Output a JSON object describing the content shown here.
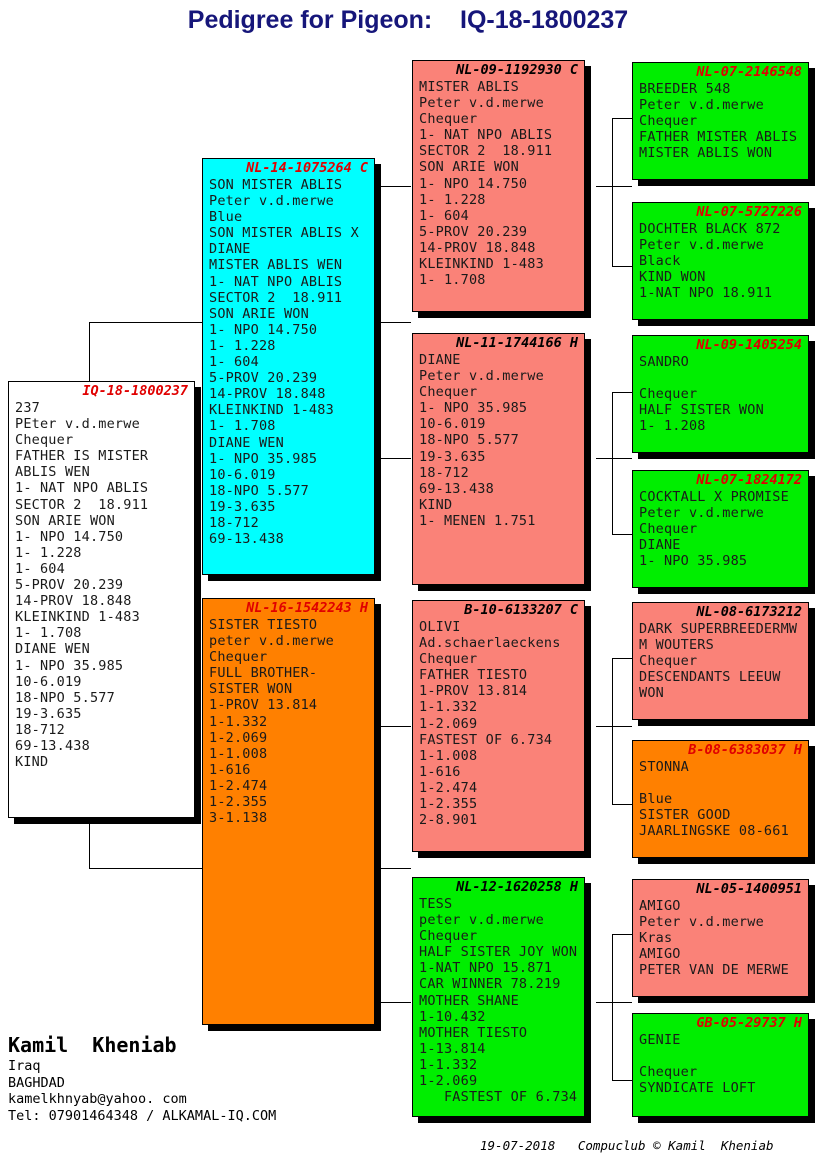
{
  "page": {
    "title": "Pedigree for Pigeon:    IQ-18-1800237",
    "title_color": "#16167a"
  },
  "colors": {
    "white": "#ffffff",
    "cyan": "#00ffff",
    "orange": "#ff8000",
    "pink": "#fa8278",
    "green": "#00ee00",
    "header_red": "#e00000",
    "header_black": "#000000"
  },
  "cards": {
    "subject": {
      "ring": "IQ-18-1800237",
      "sex": "",
      "header": "IQ-18-1800237",
      "lines": [
        "237",
        "PEter v.d.merwe",
        "Chequer",
        "FATHER IS MISTER",
        "ABLIS WEN",
        "1- NAT NPO ABLIS",
        "SECTOR 2  18.911",
        "SON ARIE WON",
        "1- NPO 14.750",
        "1- 1.228",
        "1- 604",
        "5-PROV 20.239",
        "14-PROV 18.848",
        "KLEINKIND 1-483",
        "1- 1.708",
        "DIANE WEN",
        "1- NPO 35.985",
        "10-6.019",
        "18-NPO 5.577",
        "19-3.635",
        "18-712",
        "69-13.438",
        "KIND"
      ]
    },
    "sire": {
      "header": "NL-14-1075264 C",
      "lines": [
        "SON MISTER ABLIS",
        "Peter v.d.merwe",
        "Blue",
        "SON MISTER ABLIS X",
        "DIANE",
        "MISTER ABLIS WEN",
        "1- NAT NPO ABLIS",
        "SECTOR 2  18.911",
        "SON ARIE WON",
        "1- NPO 14.750",
        "1- 1.228",
        "1- 604",
        "5-PROV 20.239",
        "14-PROV 18.848",
        "KLEINKIND 1-483",
        "1- 1.708",
        "DIANE WEN",
        "1- NPO 35.985",
        "10-6.019",
        "18-NPO 5.577",
        "19-3.635",
        "18-712",
        "69-13.438"
      ]
    },
    "dam": {
      "header": "NL-16-1542243 H",
      "lines": [
        "SISTER TIESTO",
        "peter v.d.merwe",
        "Chequer",
        "FULL BROTHER-",
        "SISTER WON",
        "1-PROV 13.814",
        "1-1.332",
        "1-2.069",
        "1-1.008",
        "1-616",
        "1-2.474",
        "1-2.355",
        "3-1.138"
      ]
    },
    "gp1": {
      "header": "NL-09-1192930 C",
      "lines": [
        "MISTER ABLIS",
        "Peter v.d.merwe",
        "Chequer",
        "1- NAT NPO ABLIS",
        "SECTOR 2  18.911",
        "SON ARIE WON",
        "1- NPO 14.750",
        "1- 1.228",
        "1- 604",
        "5-PROV 20.239",
        "14-PROV 18.848",
        "KLEINKIND 1-483",
        "1- 1.708"
      ]
    },
    "gp2": {
      "header": "NL-11-1744166 H",
      "lines": [
        "DIANE",
        "Peter v.d.merwe",
        "Chequer",
        "1- NPO 35.985",
        "10-6.019",
        "18-NPO 5.577",
        "19-3.635",
        "18-712",
        "69-13.438",
        "KIND",
        "1- MENEN 1.751"
      ]
    },
    "gp3": {
      "header": "B-10-6133207 C",
      "lines": [
        "OLIVI",
        "Ad.schaerlaeckens",
        "Chequer",
        "FATHER TIESTO",
        "1-PROV 13.814",
        "1-1.332",
        "1-2.069",
        "FASTEST OF 6.734",
        "1-1.008",
        "1-616",
        "1-2.474",
        "1-2.355",
        "2-8.901"
      ]
    },
    "gp4": {
      "header": "NL-12-1620258 H",
      "lines": [
        "TESS",
        "peter v.d.merwe",
        "Chequer",
        "HALF SISTER JOY WON",
        "1-NAT NPO 15.871",
        "CAR WINNER 78.219",
        "MOTHER SHANE",
        "1-10.432",
        "MOTHER TIESTO",
        "1-13.814",
        "1-1.332",
        "1-2.069",
        "   FASTEST OF 6.734"
      ]
    },
    "ggp1": {
      "header": "NL-07-2146548",
      "lines": [
        "BREEDER 548",
        "Peter v.d.merwe",
        "Chequer",
        "FATHER MISTER ABLIS",
        "MISTER ABLIS WON"
      ]
    },
    "ggp2": {
      "header": "NL-07-5727226",
      "lines": [
        "DOCHTER BLACK 872",
        "Peter v.d.merwe",
        "Black",
        "KIND WON",
        "1-NAT NPO 18.911"
      ]
    },
    "ggp3": {
      "header": "NL-09-1405254",
      "lines": [
        "SANDRO",
        "",
        "Chequer",
        "HALF SISTER WON",
        "1- 1.208"
      ]
    },
    "ggp4": {
      "header": "NL-07-1824172",
      "lines": [
        "COCKTALL X PROMISE",
        "Peter v.d.merwe",
        "Chequer",
        "DIANE",
        "1- NPO 35.985"
      ]
    },
    "ggp5": {
      "header": "NL-08-6173212",
      "lines": [
        "DARK SUPERBREEDERMW",
        "M WOUTERS",
        "Chequer",
        "DESCENDANTS LEEUW",
        "WON"
      ]
    },
    "ggp6": {
      "header": "B-08-6383037 H",
      "lines": [
        "STONNA",
        "",
        "Blue",
        "SISTER GOOD",
        "JAARLINGSKE 08-661"
      ]
    },
    "ggp7": {
      "header": "NL-05-1400951",
      "lines": [
        "AMIGO",
        "Peter v.d.merwe",
        "Kras",
        "AMIGO",
        "PETER VAN DE MERWE"
      ]
    },
    "ggp8": {
      "header": "GB-05-29737 H",
      "lines": [
        "GENIE",
        "",
        "Chequer",
        "SYNDICATE LOFT"
      ]
    }
  },
  "footer": {
    "name": "Kamil  Kheniab",
    "country": "Iraq",
    "city": "BAGHDAD",
    "email": "kamelkhnyab@yahoo. com",
    "tel": "Tel: 07901464348 / ALKAMAL-IQ.COM",
    "copyright": "19-07-2018   Compuclub © Kamil  Kheniab"
  }
}
